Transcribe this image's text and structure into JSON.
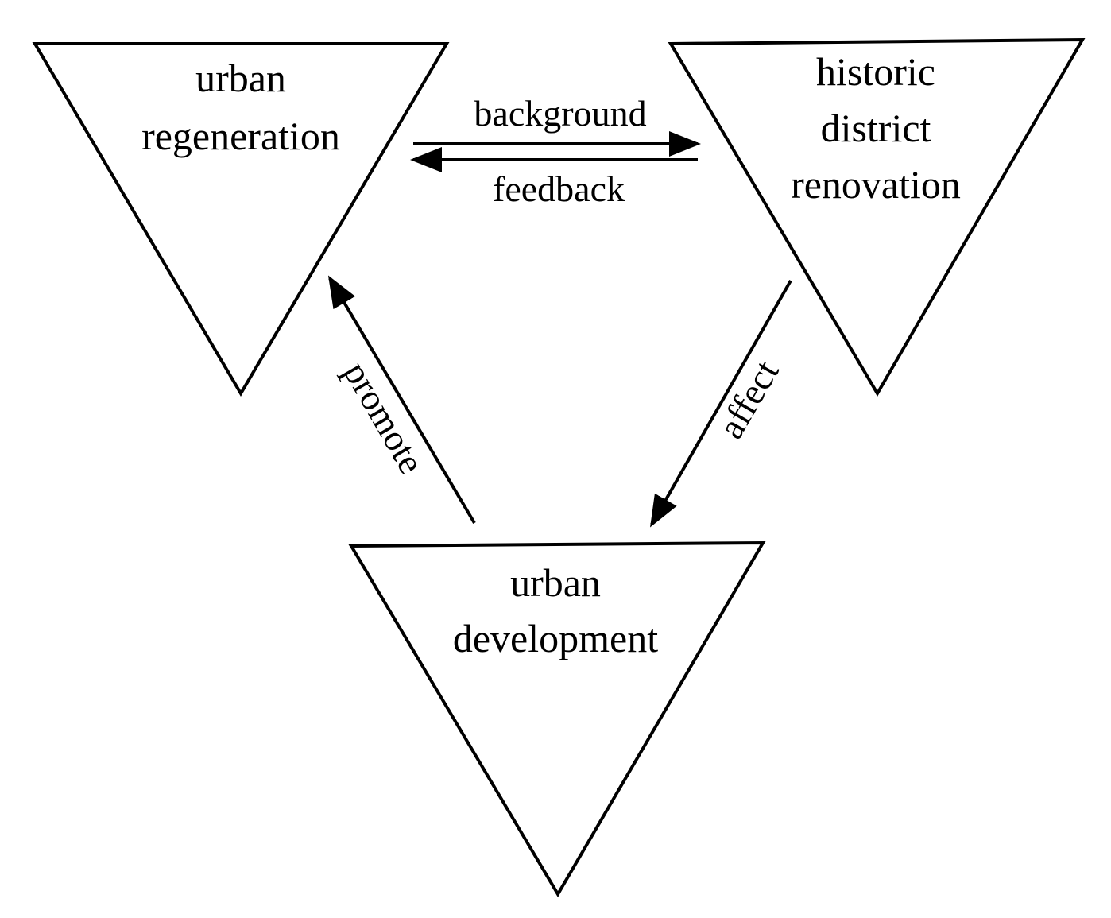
{
  "nodes": {
    "urban_regeneration": {
      "lines": [
        "urban",
        "regeneration"
      ]
    },
    "historic_district_renovation": {
      "lines": [
        "historic",
        "district",
        "renovation"
      ]
    },
    "urban_development": {
      "lines": [
        "urban",
        "development"
      ]
    }
  },
  "edges": {
    "background": {
      "label": "background",
      "from": "urban regeneration",
      "to": "historic district renovation"
    },
    "feedback": {
      "label": "feedback",
      "from": "historic district renovation",
      "to": "urban regeneration"
    },
    "affect": {
      "label": "affect",
      "from": "historic district renovation",
      "to": "urban development"
    },
    "promote": {
      "label": "promote",
      "from": "urban development",
      "to": "urban regeneration"
    }
  },
  "colors": {
    "stroke": "#000000",
    "background": "#ffffff"
  }
}
